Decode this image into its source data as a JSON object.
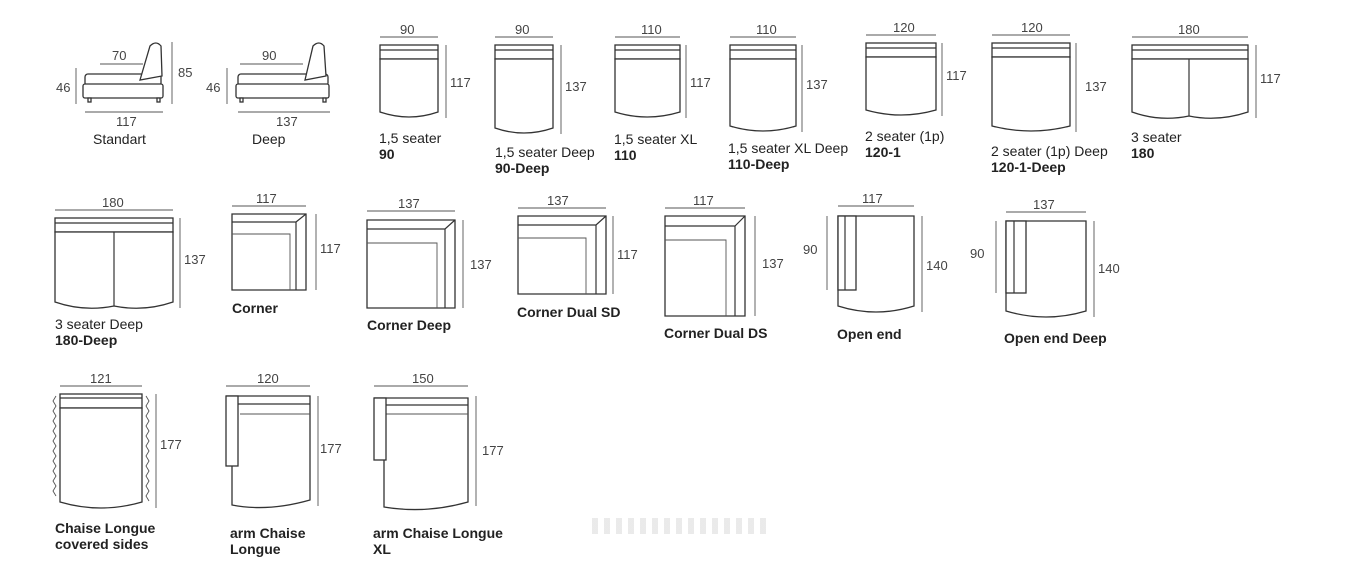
{
  "modules": [
    {
      "id": "standart",
      "name": "Standart",
      "code": "",
      "dims": {
        "w": "70",
        "h": "46",
        "t": "85",
        "d": "117"
      }
    },
    {
      "id": "deep",
      "name": "Deep",
      "code": "",
      "dims": {
        "w": "90",
        "h": "46",
        "d": "137"
      }
    },
    {
      "id": "s90",
      "name": "1,5 seater",
      "code": "90",
      "dims": {
        "w": "90",
        "d": "117"
      }
    },
    {
      "id": "s90d",
      "name": "1,5 seater Deep",
      "code": "90-Deep",
      "dims": {
        "w": "90",
        "d": "137"
      }
    },
    {
      "id": "s110",
      "name": "1,5 seater XL",
      "code": "110",
      "dims": {
        "w": "110",
        "d": "117"
      }
    },
    {
      "id": "s110d",
      "name": "1,5 seater XL Deep",
      "code": "110-Deep",
      "dims": {
        "w": "110",
        "d": "137"
      }
    },
    {
      "id": "s120",
      "name": "2 seater (1p)",
      "code": "120-1",
      "dims": {
        "w": "120",
        "d": "117"
      }
    },
    {
      "id": "s120d",
      "name": "2 seater (1p) Deep",
      "code": "120-1-Deep",
      "dims": {
        "w": "120",
        "d": "137"
      }
    },
    {
      "id": "s180",
      "name": "3 seater",
      "code": "180",
      "dims": {
        "w": "180",
        "d": "117"
      }
    },
    {
      "id": "s180d",
      "name": "3 seater Deep",
      "code": "180-Deep",
      "dims": {
        "w": "180",
        "d": "137"
      }
    },
    {
      "id": "corner",
      "name": "Corner",
      "code": "",
      "dims": {
        "w": "117",
        "d": "117"
      }
    },
    {
      "id": "cornerd",
      "name": "Corner Deep",
      "code": "",
      "dims": {
        "w": "137",
        "d": "137"
      }
    },
    {
      "id": "cdsd",
      "name": "Corner Dual SD",
      "code": "",
      "dims": {
        "w": "137",
        "d": "117"
      }
    },
    {
      "id": "cdds",
      "name": "Corner Dual DS",
      "code": "",
      "dims": {
        "w": "117",
        "d": "137"
      }
    },
    {
      "id": "openend",
      "name": "Open end",
      "code": "",
      "dims": {
        "w": "117",
        "d": "140",
        "a": "90"
      }
    },
    {
      "id": "openendd",
      "name": "Open end Deep",
      "code": "",
      "dims": {
        "w": "137",
        "d": "140",
        "a": "90"
      }
    },
    {
      "id": "chaisecov",
      "name": "Chaise Longue covered sides",
      "code": "",
      "dims": {
        "w": "121",
        "d": "177"
      }
    },
    {
      "id": "armchaise",
      "name": "arm Chaise Longue",
      "code": "",
      "dims": {
        "w": "120",
        "d": "177"
      }
    },
    {
      "id": "armchaisexl",
      "name": "arm Chaise Longue XL",
      "code": "",
      "dims": {
        "w": "150",
        "d": "177"
      }
    }
  ]
}
